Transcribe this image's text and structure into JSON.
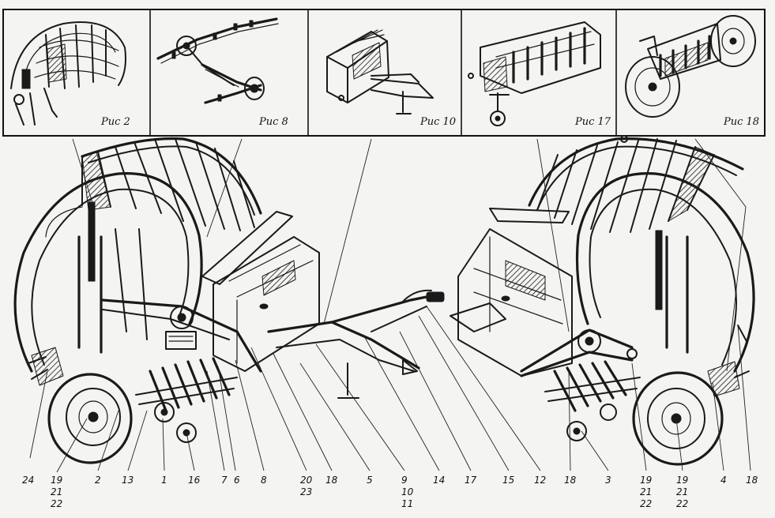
{
  "insets": [
    {
      "id": "ris2",
      "caption": "Рис 2",
      "icon": "pickup-rotor-icon"
    },
    {
      "id": "ris8",
      "caption": "Рис  8",
      "icon": "chain-transmission-icon"
    },
    {
      "id": "ris10",
      "caption": "Рис 10",
      "icon": "drawbar-frame-icon"
    },
    {
      "id": "ris17",
      "caption": "Рис 17",
      "icon": "pickup-tines-icon"
    },
    {
      "id": "ris18",
      "caption": "Рис 18",
      "icon": "wheel-axle-icon"
    }
  ],
  "callouts": [
    {
      "id": "c24",
      "text": "24"
    },
    {
      "id": "c19a",
      "lines": [
        "19",
        "21",
        "22"
      ]
    },
    {
      "id": "c2",
      "text": "2"
    },
    {
      "id": "c13",
      "text": "13"
    },
    {
      "id": "c1",
      "text": "1"
    },
    {
      "id": "c16",
      "text": "16"
    },
    {
      "id": "c7",
      "text": "7"
    },
    {
      "id": "c6",
      "text": "6"
    },
    {
      "id": "c8",
      "text": "8"
    },
    {
      "id": "c20",
      "lines": [
        "20",
        "23"
      ]
    },
    {
      "id": "c18a",
      "text": "18"
    },
    {
      "id": "c5",
      "text": "5"
    },
    {
      "id": "c9",
      "lines": [
        "9",
        "10",
        "11"
      ]
    },
    {
      "id": "c14",
      "text": "14"
    },
    {
      "id": "c17",
      "text": "17"
    },
    {
      "id": "c15",
      "text": "15"
    },
    {
      "id": "c12",
      "text": "12"
    },
    {
      "id": "c18b",
      "text": "18"
    },
    {
      "id": "c3",
      "text": "3"
    },
    {
      "id": "c19b",
      "lines": [
        "19",
        "21",
        "22"
      ]
    },
    {
      "id": "c19c",
      "lines": [
        "19",
        "21",
        "22"
      ]
    },
    {
      "id": "c4",
      "text": "4"
    },
    {
      "id": "c18c",
      "text": "18"
    }
  ]
}
